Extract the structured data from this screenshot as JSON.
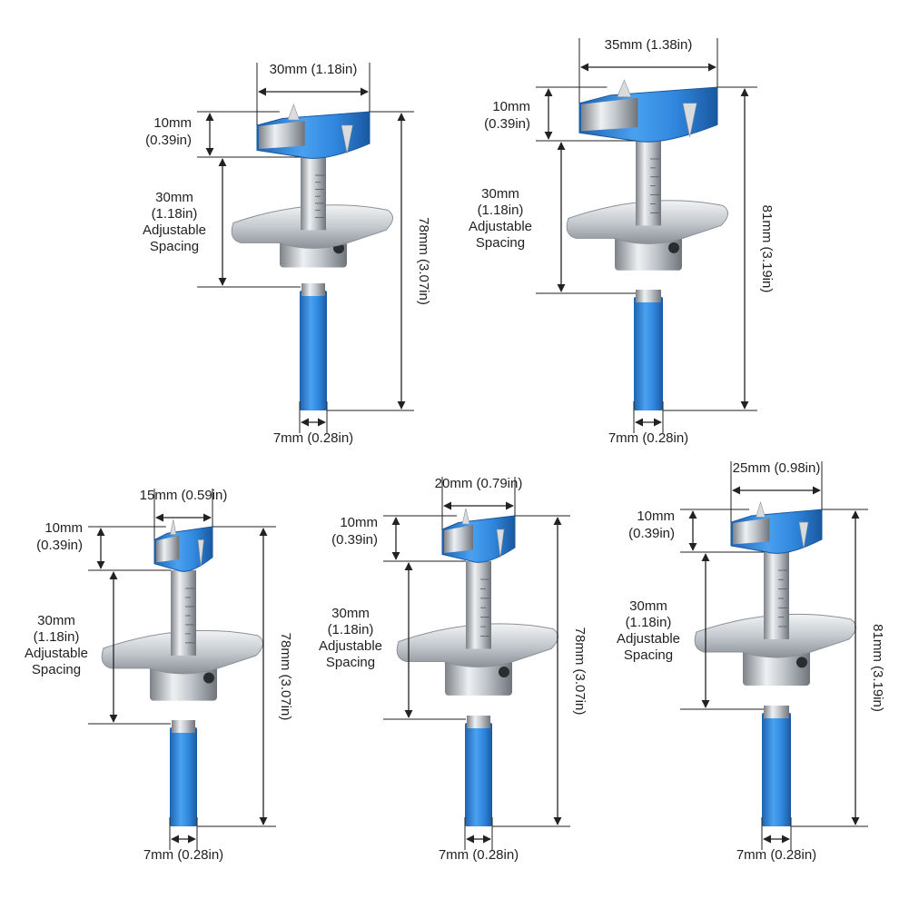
{
  "colors": {
    "cutter_blue": "#2f86dc",
    "cutter_blue_dark": "#1d63b0",
    "steel": "#c9ced3",
    "steel_dark": "#8b9096",
    "text": "#222222"
  },
  "bits": [
    {
      "id": "bit-30mm",
      "diameter_label": "30mm (1.18in)",
      "cutter_height_label": [
        "10mm",
        "(0.39in)"
      ],
      "spacing_label": [
        "30mm",
        "(1.18in)",
        "Adjustable",
        "Spacing"
      ],
      "total_length_label": "78mm (3.07in)",
      "shank_label": "7mm (0.28in)"
    },
    {
      "id": "bit-35mm",
      "diameter_label": "35mm (1.38in)",
      "cutter_height_label": [
        "10mm",
        "(0.39in)"
      ],
      "spacing_label": [
        "30mm",
        "(1.18in)",
        "Adjustable",
        "Spacing"
      ],
      "total_length_label": "81mm (3.19in)",
      "shank_label": "7mm (0.28in)"
    },
    {
      "id": "bit-15mm",
      "diameter_label": "15mm (0.59in)",
      "cutter_height_label": [
        "10mm",
        "(0.39in)"
      ],
      "spacing_label": [
        "30mm",
        "(1.18in)",
        "Adjustable",
        "Spacing"
      ],
      "total_length_label": "78mm (3.07in)",
      "shank_label": "7mm (0.28in)"
    },
    {
      "id": "bit-20mm",
      "diameter_label": "20mm (0.79in)",
      "cutter_height_label": [
        "10mm",
        "(0.39in)"
      ],
      "spacing_label": [
        "30mm",
        "(1.18in)",
        "Adjustable",
        "Spacing"
      ],
      "total_length_label": "78mm (3.07in)",
      "shank_label": "7mm (0.28in)"
    },
    {
      "id": "bit-25mm",
      "diameter_label": "25mm (0.98in)",
      "cutter_height_label": [
        "10mm",
        "(0.39in)"
      ],
      "spacing_label": [
        "30mm",
        "(1.18in)",
        "Adjustable",
        "Spacing"
      ],
      "total_length_label": "81mm (3.19in)",
      "shank_label": "7mm (0.28in)"
    }
  ]
}
